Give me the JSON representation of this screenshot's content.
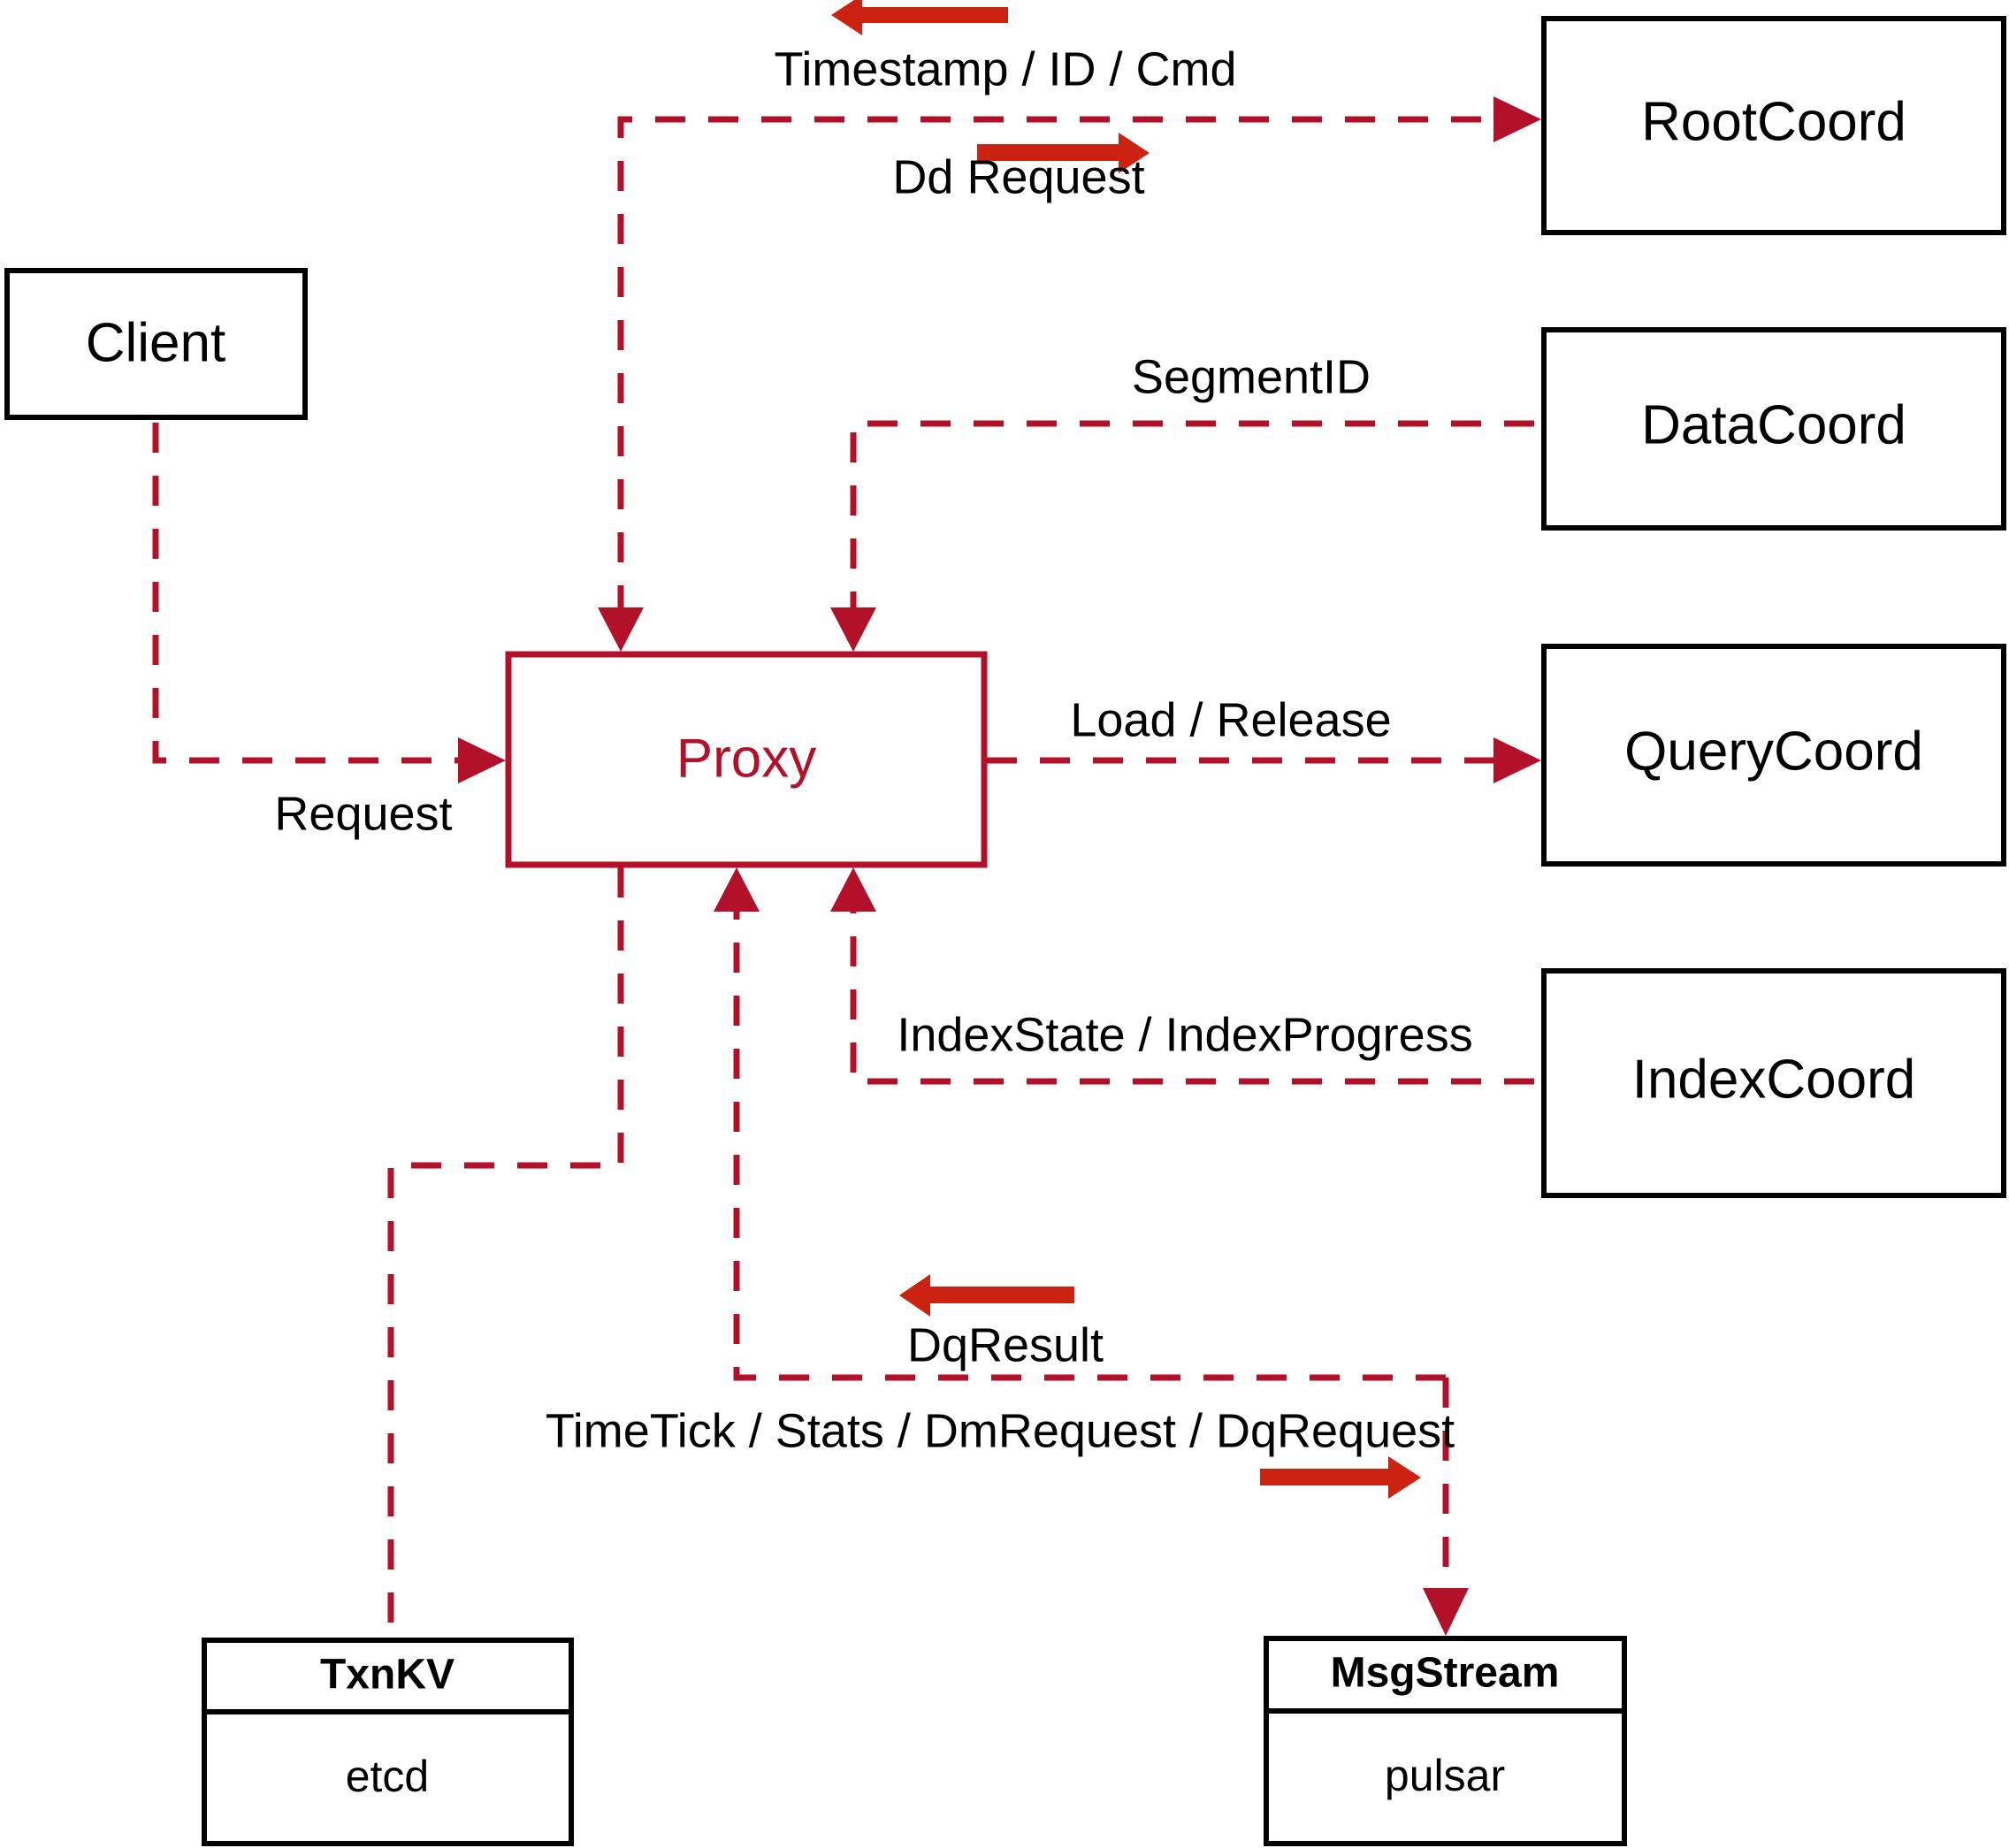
{
  "diagram": {
    "title": "Proxy component interaction diagram",
    "colors": {
      "accent": "#B3102A",
      "direction_arrow": "#CC2211",
      "node_border": "#000000",
      "background": "#FFFFFF"
    },
    "nodes": [
      {
        "id": "client",
        "label": "Client",
        "style": "plain"
      },
      {
        "id": "proxy",
        "label": "Proxy",
        "style": "accent"
      },
      {
        "id": "rootcoord",
        "label": "RootCoord",
        "style": "plain"
      },
      {
        "id": "datacoord",
        "label": "DataCoord",
        "style": "plain"
      },
      {
        "id": "querycoord",
        "label": "QueryCoord",
        "style": "plain"
      },
      {
        "id": "indexcoord",
        "label": "IndexCoord",
        "style": "plain"
      },
      {
        "id": "txnkv",
        "label": "TxnKV",
        "sublabel": "etcd",
        "style": "compartment"
      },
      {
        "id": "msgstream",
        "label": "MsgStream",
        "sublabel": "pulsar",
        "style": "compartment"
      }
    ],
    "edges": [
      {
        "id": "e1",
        "label": "Timestamp / ID / Cmd",
        "from": "rootcoord",
        "to": "proxy",
        "direction": "left"
      },
      {
        "id": "e2",
        "label": "Dd Request",
        "from": "proxy",
        "to": "rootcoord",
        "direction": "right"
      },
      {
        "id": "e3",
        "label": "SegmentID",
        "from": "datacoord",
        "to": "proxy",
        "direction": "none"
      },
      {
        "id": "e4",
        "label": "Request",
        "from": "client",
        "to": "proxy",
        "direction": "none"
      },
      {
        "id": "e5",
        "label": "Load / Release",
        "from": "proxy",
        "to": "querycoord",
        "direction": "none"
      },
      {
        "id": "e6",
        "label": "IndexState / IndexProgress",
        "from": "indexcoord",
        "to": "proxy",
        "direction": "none"
      },
      {
        "id": "e7",
        "label": "DqResult",
        "from": "msgstream",
        "to": "proxy",
        "direction": "left"
      },
      {
        "id": "e8",
        "label": "TimeTick / Stats / DmRequest / DqRequest",
        "from": "proxy",
        "to": "msgstream",
        "direction": "right"
      },
      {
        "id": "e9",
        "label": "",
        "from": "proxy",
        "to": "txnkv",
        "direction": "none"
      }
    ]
  }
}
